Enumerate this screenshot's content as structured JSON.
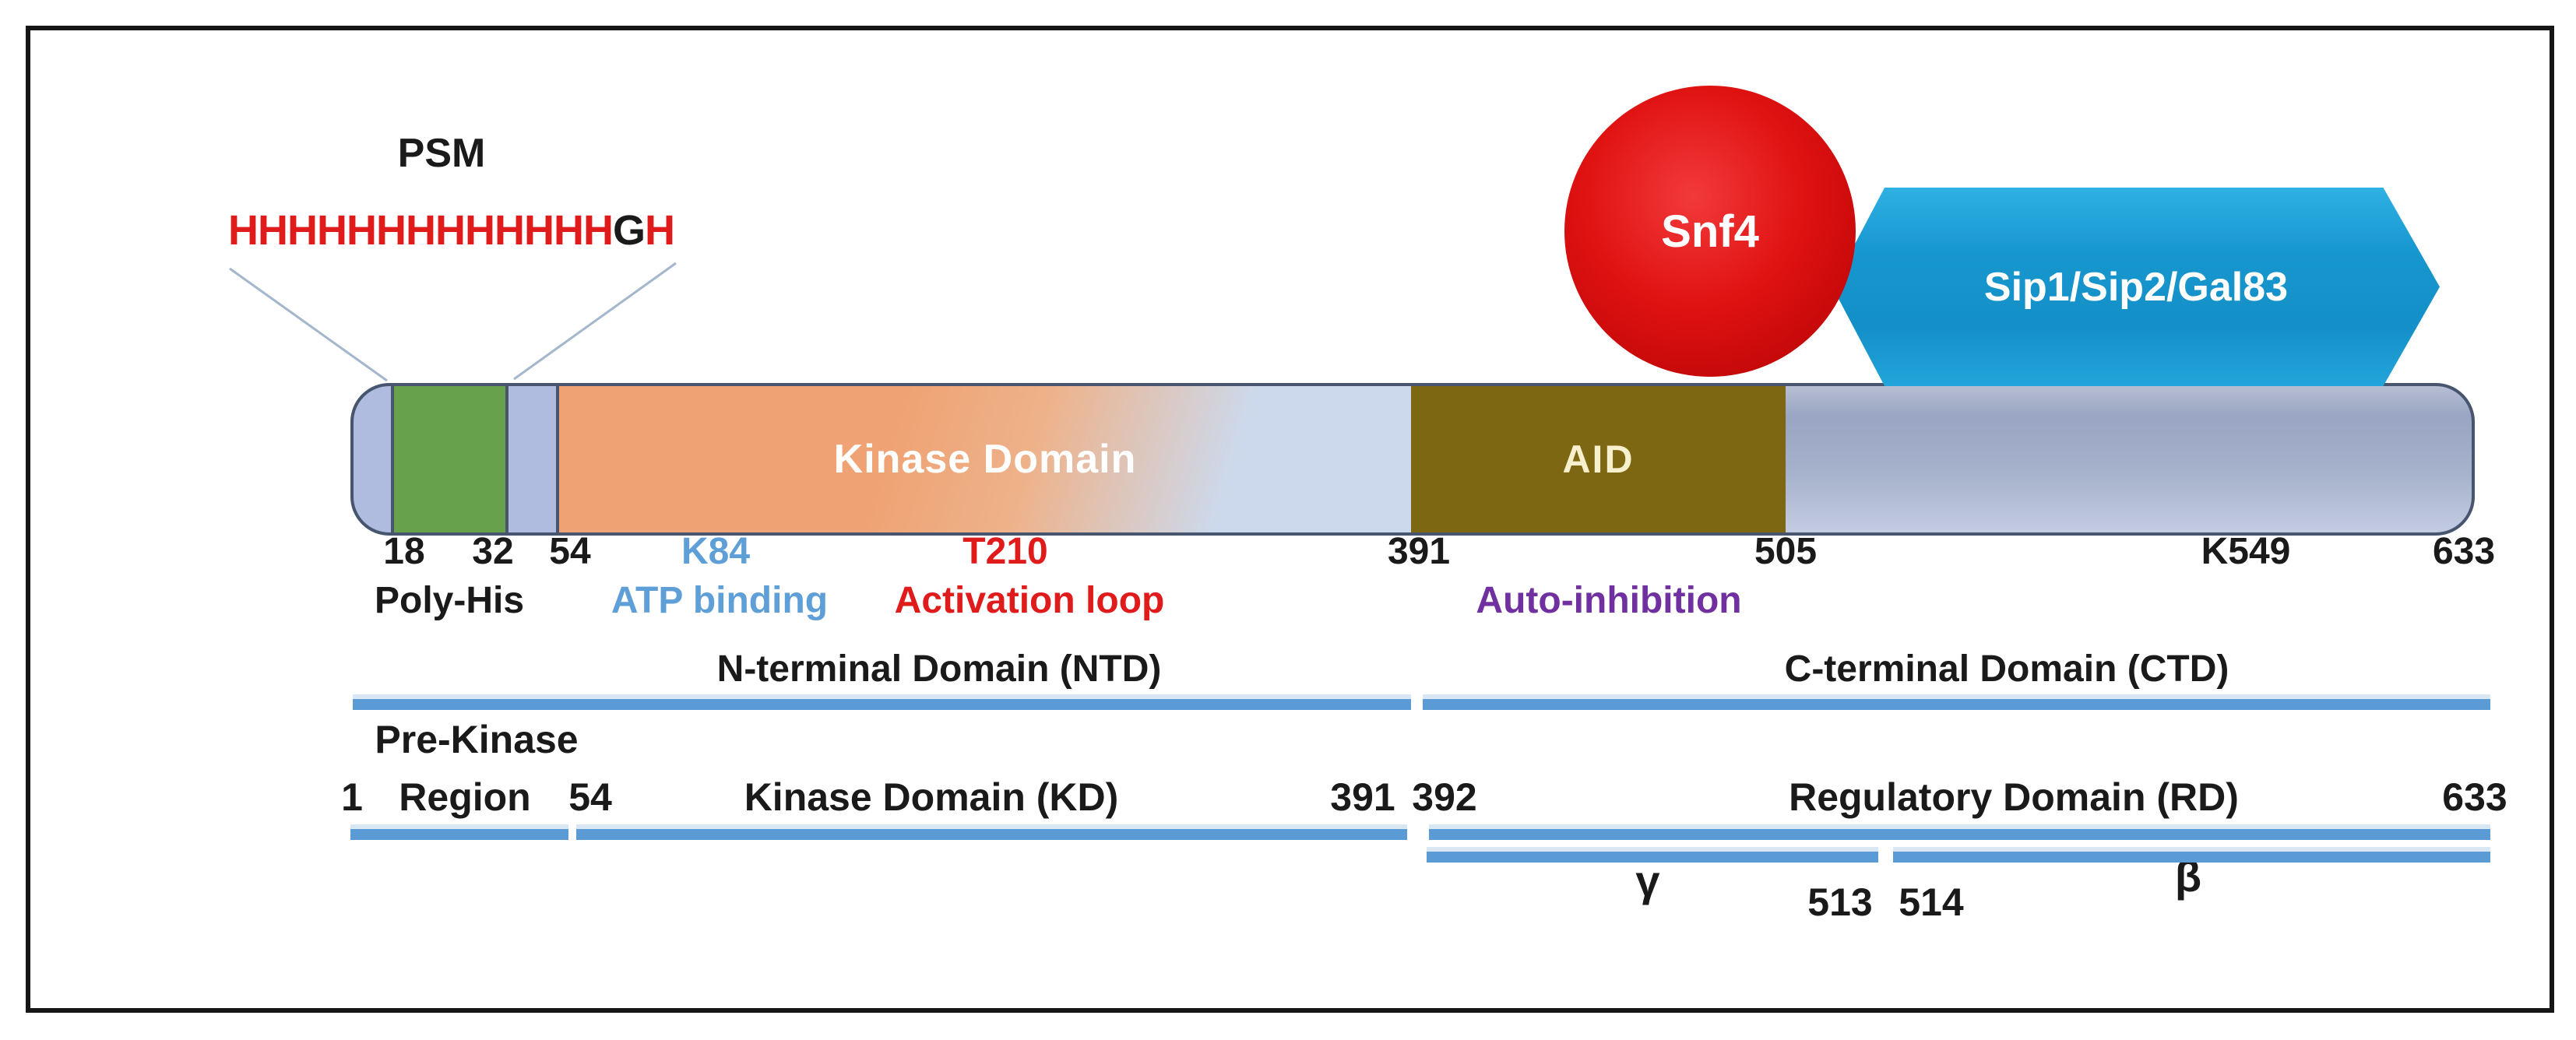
{
  "colors": {
    "range_line_blue": "#5b9bd5",
    "text_blue": "#5f9fd8",
    "text_red": "#e01b1b",
    "text_purple": "#7030a0",
    "poly_his_green": "#68a14b",
    "linker_periwinkle": "#afbcdf",
    "kinase_orange": "#efa273",
    "kinase_fade_blue": "#ccd9ec",
    "aid_olive": "#7d6712",
    "ctd_blue_gray": "#99a5c2",
    "snf4_red": "#e01212",
    "beta_subunit_azure": "#1797cf"
  },
  "callout": {
    "psm_label": "PSM",
    "his_run": "HHHHHHHHHHHHH",
    "his_gly": "G",
    "his_tail": "H"
  },
  "bar": {
    "kinase_domain_label": "Kinase Domain",
    "aid_label": "AID"
  },
  "partners": {
    "snf4_label": "Snf4",
    "beta_subunits_label": "Sip1/Sip2/Gal83"
  },
  "residue_markers": {
    "m18": "18",
    "m32": "32",
    "m54": "54",
    "k84": "K84",
    "t210": "T210",
    "m391": "391",
    "m505": "505",
    "k549": "K549",
    "m633": "633"
  },
  "features": {
    "poly_his": "Poly-His",
    "atp_binding": "ATP binding",
    "activation_loop": "Activation loop",
    "auto_inhibition": "Auto-inhibition"
  },
  "domains": {
    "ntd": "N-terminal Domain (NTD)",
    "ctd": "C-terminal Domain (CTD)"
  },
  "subregions": {
    "pre_kinase": "Pre-Kinase",
    "start": "1",
    "region_word": "Region",
    "m54": "54",
    "kd": "Kinase Domain (KD)",
    "m391": "391",
    "m392": "392",
    "rd": "Regulatory Domain (RD)",
    "m633": "633"
  },
  "binding_sites": {
    "gamma": "γ",
    "m513": "513",
    "m514": "514",
    "beta": "β"
  }
}
